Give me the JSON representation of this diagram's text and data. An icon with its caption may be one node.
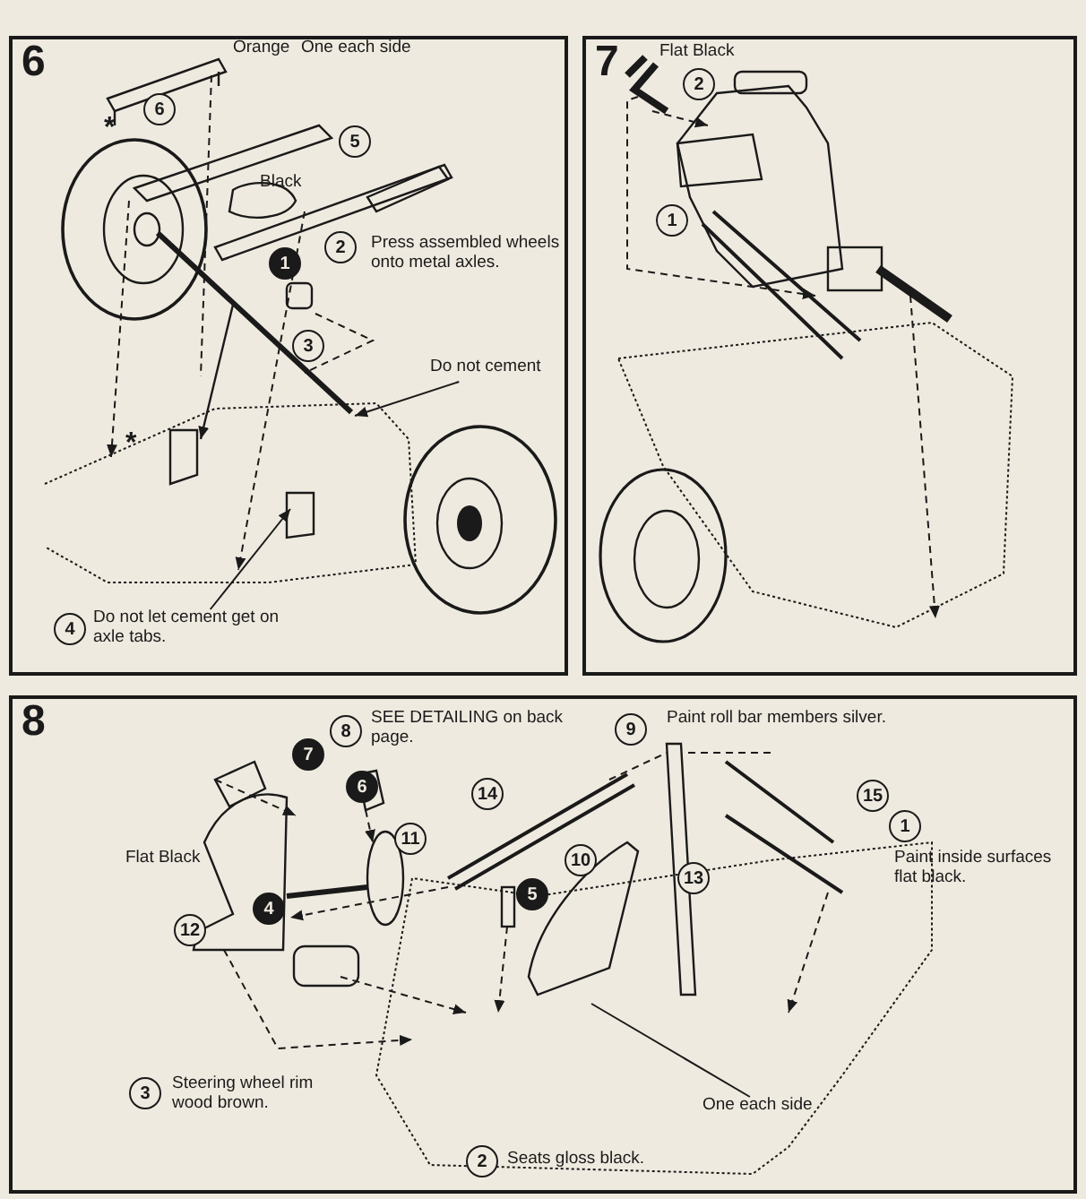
{
  "diagram": {
    "nodes": [
      {
        "text": [
          "6"
        ]
      },
      {
        "text": [
          "7"
        ]
      },
      {
        "text": [
          "8"
        ]
      },
      {
        "text": [
          "Do not cement"
        ],
        "in": 0
      },
      {
        "text": [
          "Do not let cement get on axle tabs."
        ],
        "in": 0
      },
      {
        "text": [
          "One each side"
        ],
        "in": 2
      }
    ],
    "edges": [
      {
        "from": 3,
        "to": null,
        "arrow": "to"
      },
      {
        "from": 4,
        "to": null,
        "arrow": "to"
      },
      {
        "from": 5,
        "to": null,
        "arrow": "none"
      }
    ],
    "labels": [
      "Orange",
      "One each side",
      "6",
      "*",
      "5",
      "Black",
      "2",
      "Press assembled wheels onto metal axles.",
      "1",
      "3",
      "*",
      "4",
      "Flat Black",
      "2",
      "1",
      "8",
      "SEE DETAILING on back page.",
      "9",
      "Paint roll bar members silver.",
      "7",
      "6",
      "14",
      "15",
      "11",
      "1",
      "Flat Black",
      "Paint inside surfaces flat black.",
      "10",
      "5",
      "13",
      "12",
      "4",
      "3",
      "Steering wheel rim wood brown.",
      "2",
      "Seats gloss black."
    ]
  }
}
